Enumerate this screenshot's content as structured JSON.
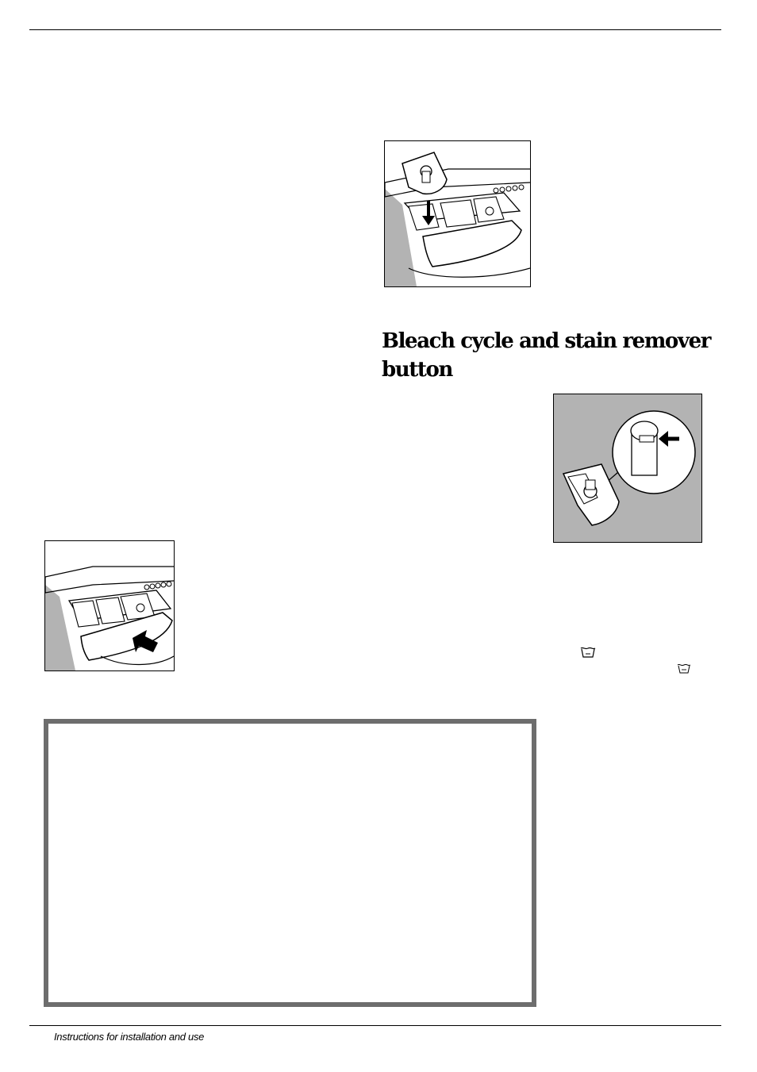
{
  "section": {
    "heading": "Bleach cycle and stain remover button"
  },
  "figures": [
    {
      "name": "bleach-container-insertion",
      "icon": "bleach-container-icon"
    },
    {
      "name": "bleach-container-detail",
      "icon": "bleach-container-closeup-icon"
    },
    {
      "name": "detergent-drawer-removal",
      "icon": "detergent-drawer-icon"
    }
  ],
  "icons": [
    "wash-tub-icon",
    "wash-tub-small-icon"
  ],
  "colors": {
    "figure_grey": "#b3b3b3",
    "notice_border": "#6d6d6d"
  },
  "footer": {
    "text": "Instructions for installation and use"
  }
}
